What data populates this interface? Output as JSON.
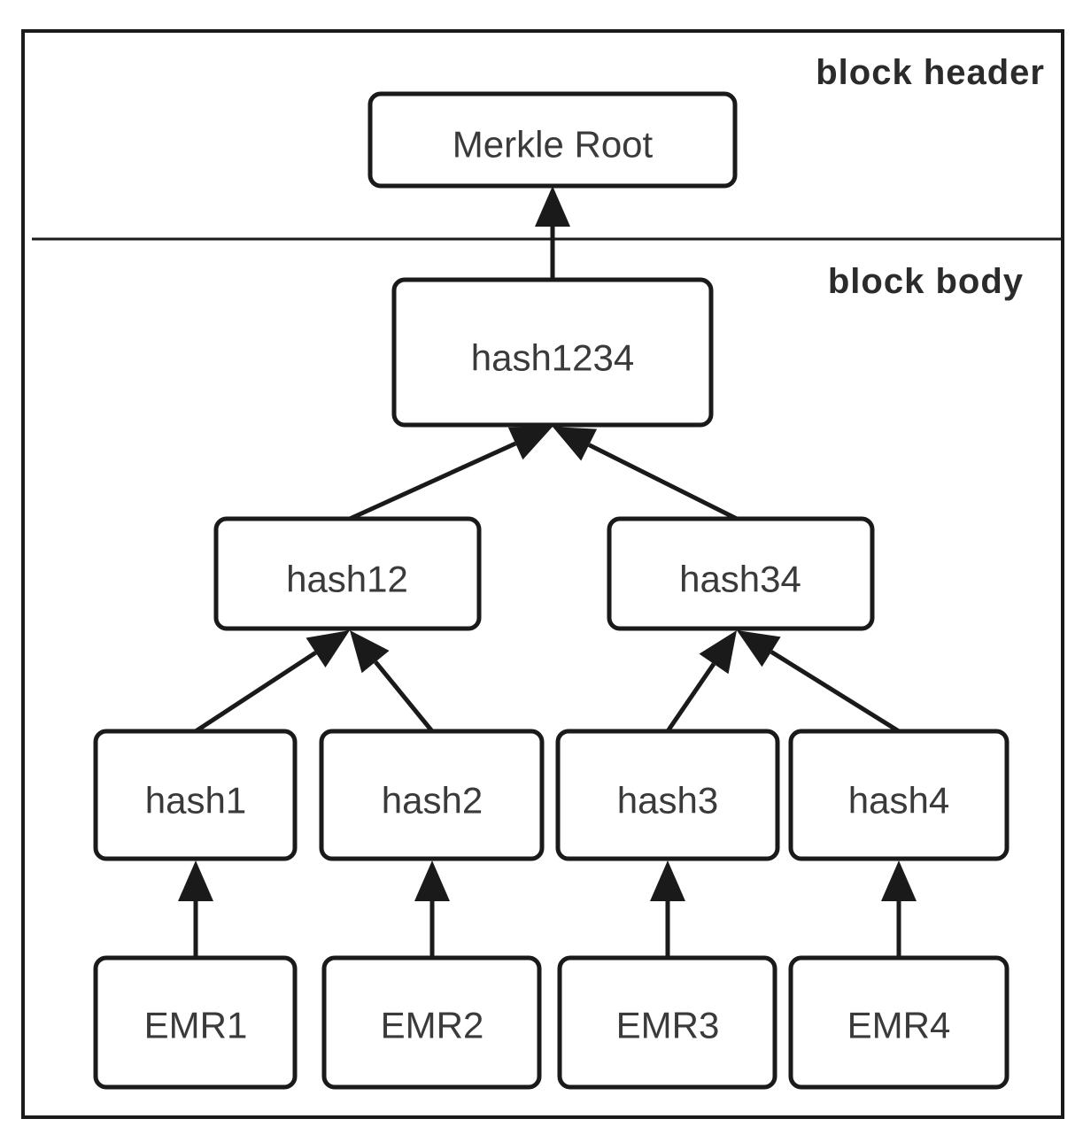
{
  "sections": {
    "header_label": "block header",
    "body_label": "block body"
  },
  "nodes": {
    "merkle_root": "Merkle Root",
    "hash1234": "hash1234",
    "hash12": "hash12",
    "hash34": "hash34",
    "hash1": "hash1",
    "hash2": "hash2",
    "hash3": "hash3",
    "hash4": "hash4",
    "emr1": "EMR1",
    "emr2": "EMR2",
    "emr3": "EMR3",
    "emr4": "EMR4"
  },
  "edges": [
    {
      "from": "hash1234",
      "to": "merkle_root"
    },
    {
      "from": "hash12",
      "to": "hash1234"
    },
    {
      "from": "hash34",
      "to": "hash1234"
    },
    {
      "from": "hash1",
      "to": "hash12"
    },
    {
      "from": "hash2",
      "to": "hash12"
    },
    {
      "from": "hash3",
      "to": "hash34"
    },
    {
      "from": "hash4",
      "to": "hash34"
    },
    {
      "from": "emr1",
      "to": "hash1"
    },
    {
      "from": "emr2",
      "to": "hash2"
    },
    {
      "from": "emr3",
      "to": "hash3"
    },
    {
      "from": "emr4",
      "to": "hash4"
    }
  ],
  "colors": {
    "stroke": "#1a1a1a",
    "text": "#3a3a3a",
    "background": "#ffffff"
  }
}
